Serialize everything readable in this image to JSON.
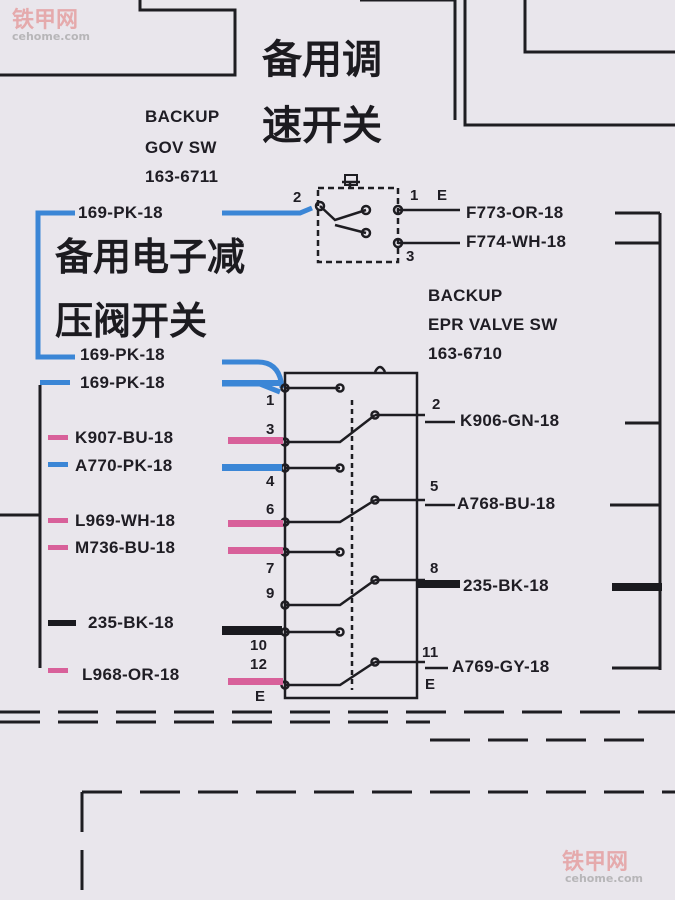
{
  "watermark": {
    "main": "铁甲网",
    "sub": "cehome.com"
  },
  "gov_switch": {
    "title_zh_line1": "备用调",
    "title_zh_line2": "速开关",
    "label_line1": "BACKUP",
    "label_line2": "GOV SW",
    "part_number": "163-6711",
    "pins": {
      "p1": "1",
      "e": "E",
      "p2": "2",
      "p3": "3"
    },
    "wires": {
      "in": "169-PK-18",
      "out1": "F773-OR-18",
      "out2": "F774-WH-18"
    }
  },
  "epr_switch": {
    "title_zh_line1": "备用电子减",
    "title_zh_line2": "压阀开关",
    "label_line1": "BACKUP",
    "label_line2": "EPR VALVE SW",
    "part_number": "163-6710",
    "pins_left": [
      "1",
      "3",
      "4",
      "6",
      "7",
      "9",
      "10",
      "12",
      "E"
    ],
    "pins_right": [
      "2",
      "5",
      "8",
      "11",
      "E"
    ],
    "wires_left": [
      "169-PK-18",
      "169-PK-18",
      "K907-BU-18",
      "A770-PK-18",
      "L969-WH-18",
      "M736-BU-18",
      "235-BK-18",
      "L968-OR-18"
    ],
    "wires_right": [
      "K906-GN-18",
      "A768-BU-18",
      "235-BK-18",
      "A769-GY-18"
    ]
  },
  "colors": {
    "pink": "#d8609a",
    "blue": "#3b86d6",
    "black": "#1a1a1f",
    "background": "#e9e6ec"
  }
}
